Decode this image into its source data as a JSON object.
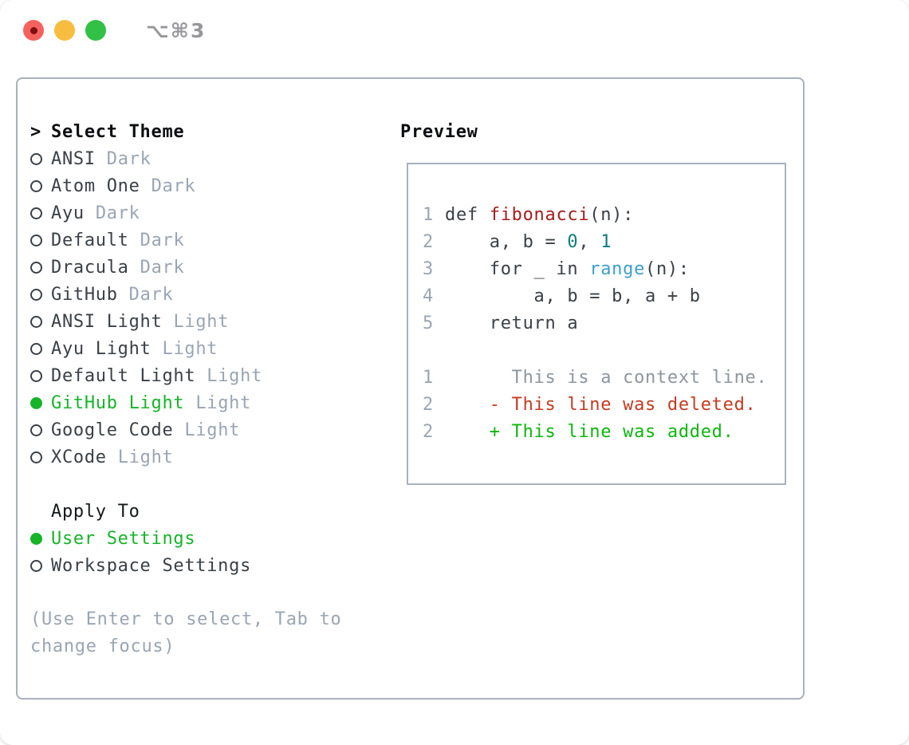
{
  "window": {
    "title": "⌥⌘3",
    "controls": [
      {
        "name": "close",
        "color": "#f4615e",
        "has_inner_dot": true,
        "dot_color": "#7c100d"
      },
      {
        "name": "minimize",
        "color": "#f7bd40",
        "has_inner_dot": false
      },
      {
        "name": "zoom",
        "color": "#32c146",
        "has_inner_dot": false
      }
    ]
  },
  "left": {
    "header_marker": ">",
    "header": "Select Theme",
    "themes": [
      {
        "label": "ANSI",
        "variant": "Dark",
        "selected": false
      },
      {
        "label": "Atom One",
        "variant": "Dark",
        "selected": false
      },
      {
        "label": "Ayu",
        "variant": "Dark",
        "selected": false
      },
      {
        "label": "Default",
        "variant": "Dark",
        "selected": false
      },
      {
        "label": "Dracula",
        "variant": "Dark",
        "selected": false
      },
      {
        "label": "GitHub",
        "variant": "Dark",
        "selected": false
      },
      {
        "label": "ANSI Light",
        "variant": "Light",
        "selected": false
      },
      {
        "label": "Ayu Light",
        "variant": "Light",
        "selected": false
      },
      {
        "label": "Default Light",
        "variant": "Light",
        "selected": false
      },
      {
        "label": "GitHub Light",
        "variant": "Light",
        "selected": true
      },
      {
        "label": "Google Code",
        "variant": "Light",
        "selected": false
      },
      {
        "label": "XCode",
        "variant": "Light",
        "selected": false
      }
    ],
    "apply_header": "Apply To",
    "apply_options": [
      {
        "label": "User Settings",
        "selected": true
      },
      {
        "label": "Workspace Settings",
        "selected": false
      }
    ],
    "hint": "(Use Enter to select, Tab to change focus)"
  },
  "preview": {
    "title": "Preview",
    "lines": [
      {
        "num": "1",
        "segments": [
          {
            "text": "def ",
            "color": "ink"
          },
          {
            "text": "fibonacci",
            "color": "keyword_red"
          },
          {
            "text": "(n):",
            "color": "ink"
          }
        ]
      },
      {
        "num": "2",
        "segments": [
          {
            "text": "    a, b = ",
            "color": "ink"
          },
          {
            "text": "0",
            "color": "number_teal"
          },
          {
            "text": ", ",
            "color": "ink"
          },
          {
            "text": "1",
            "color": "number_teal"
          }
        ]
      },
      {
        "num": "3",
        "segments": [
          {
            "text": "    for _ in ",
            "color": "ink"
          },
          {
            "text": "range",
            "color": "function_blue"
          },
          {
            "text": "(n):",
            "color": "ink"
          }
        ]
      },
      {
        "num": "4",
        "segments": [
          {
            "text": "        a, b = b, a + b",
            "color": "ink"
          }
        ]
      },
      {
        "num": "5",
        "segments": [
          {
            "text": "    return a",
            "color": "ink"
          }
        ]
      },
      {
        "num": "",
        "segments": []
      },
      {
        "num": "1",
        "segments": [
          {
            "text": "      This is a context line.",
            "color": "context_gray"
          }
        ]
      },
      {
        "num": "2",
        "segments": [
          {
            "text": "    - This line was deleted.",
            "color": "deleted_red"
          }
        ]
      },
      {
        "num": "2",
        "segments": [
          {
            "text": "    + This line was added.",
            "color": "added_green"
          }
        ]
      }
    ]
  },
  "colors": {
    "selection_green": "#16b429",
    "added_green": "#0db70d",
    "deleted_red": "#c43b21",
    "keyword_red": "#a51d1d",
    "number_teal": "#0c7d80",
    "function_blue": "#3a9fce",
    "muted_gray": "#9aa5b3",
    "border_gray": "#a9b1bd",
    "ink": "#3a4046"
  }
}
